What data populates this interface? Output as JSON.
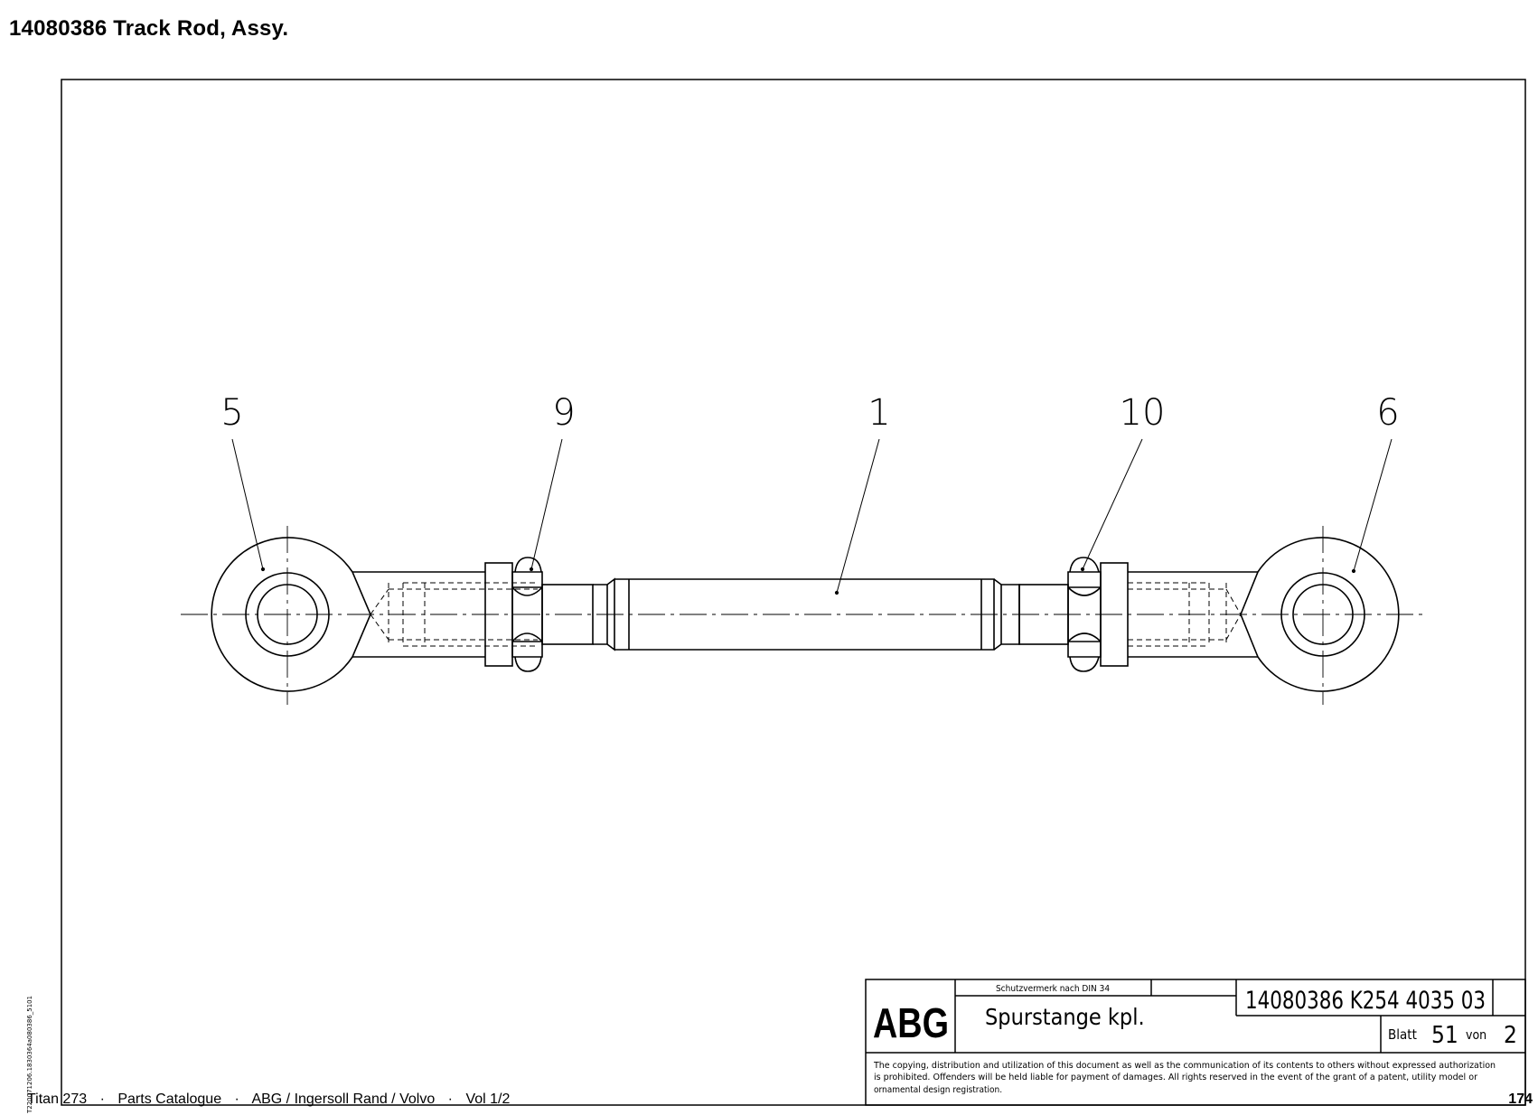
{
  "header": {
    "title": "14080386  Track Rod, Assy."
  },
  "drawing": {
    "callouts": [
      "5",
      "9",
      "1",
      "10",
      "6"
    ]
  },
  "title_block": {
    "logo": "ABG",
    "protection_note": "Schutzvermerk nach DIN 34",
    "part_name": "Spurstange kpl.",
    "drawing_number": "14080386 K254 4035 03",
    "sheet_label": "Blatt",
    "sheet_number": "51",
    "of_label": "von",
    "sheet_total": "2",
    "copyright_line1": "The copying, distribution and utilization of this document as well as the communication of its contents to others without expressed authorization",
    "copyright_line2": "is prohibited. Offenders will be held liable for payment of damages. All rights reserved in the event of the grant of a patent, utility model or",
    "copyright_line3": "ornamental design registration."
  },
  "footer": {
    "doc_code": "T220071206.1830364a080386_5101",
    "items": [
      "Titan 273",
      "Parts Catalogue",
      "ABG / Ingersoll Rand / Volvo",
      "Vol 1/2"
    ],
    "separator": "·",
    "page_number": "174"
  }
}
